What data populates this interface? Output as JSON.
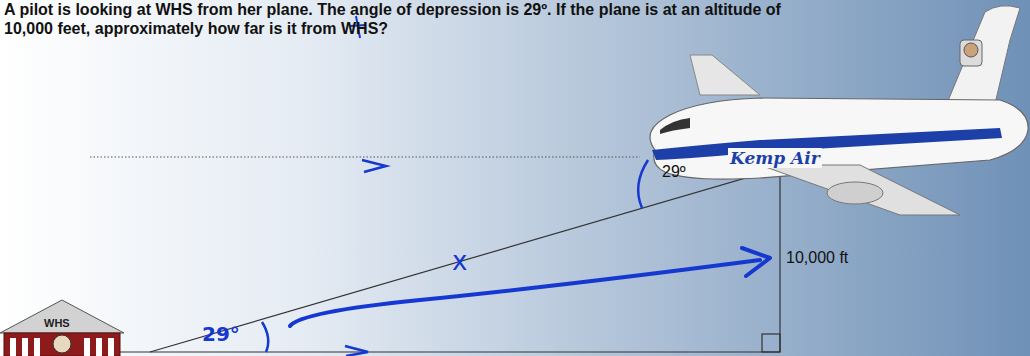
{
  "diagram": {
    "title": "A pilot is looking at WHS from her plane. The angle of depression is 29º. If the plane is at an altitude of 10,000 feet, approximately how far is it from WHS?",
    "labels": [
      "Kemp Air",
      "29º",
      "10,000 ft",
      "x",
      "WHS",
      "29°"
    ]
  }
}
